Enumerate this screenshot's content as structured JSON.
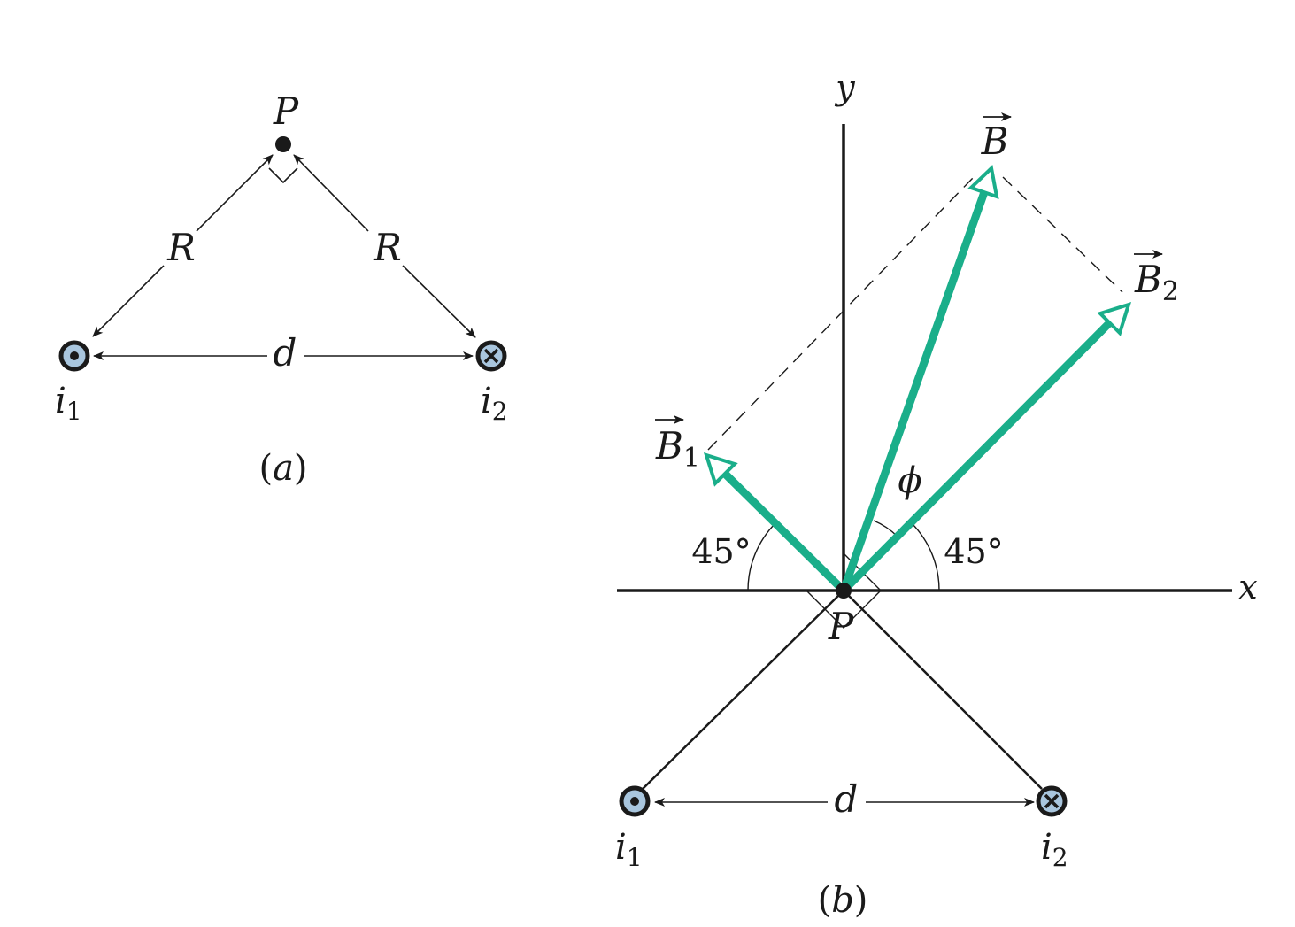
{
  "colors": {
    "vector": "#1aae8a",
    "line": "#1a1a1a",
    "wire_fill": "#a9c6de"
  },
  "panel_a": {
    "point_label": "P",
    "left_distance_label": "R",
    "right_distance_label": "R",
    "separation_label": "d",
    "wire1_label": "i",
    "wire1_sub": "1",
    "wire2_label": "i",
    "wire2_sub": "2",
    "wire1_symbol": "out-of-page-dot-icon",
    "wire2_symbol": "into-page-cross-icon",
    "caption_open": "(",
    "caption_letter": "a",
    "caption_close": ")"
  },
  "panel_b": {
    "y_axis_label": "y",
    "x_axis_label": "x",
    "point_label": "P",
    "net_vector_label": "B",
    "vector1_label": "B",
    "vector1_sub": "1",
    "vector2_label": "B",
    "vector2_sub": "2",
    "phi_label": "ϕ",
    "left_angle_label": "45°",
    "right_angle_label": "45°",
    "separation_label": "d",
    "wire1_label": "i",
    "wire1_sub": "1",
    "wire2_label": "i",
    "wire2_sub": "2",
    "caption_open": "(",
    "caption_letter": "b",
    "caption_close": ")"
  }
}
